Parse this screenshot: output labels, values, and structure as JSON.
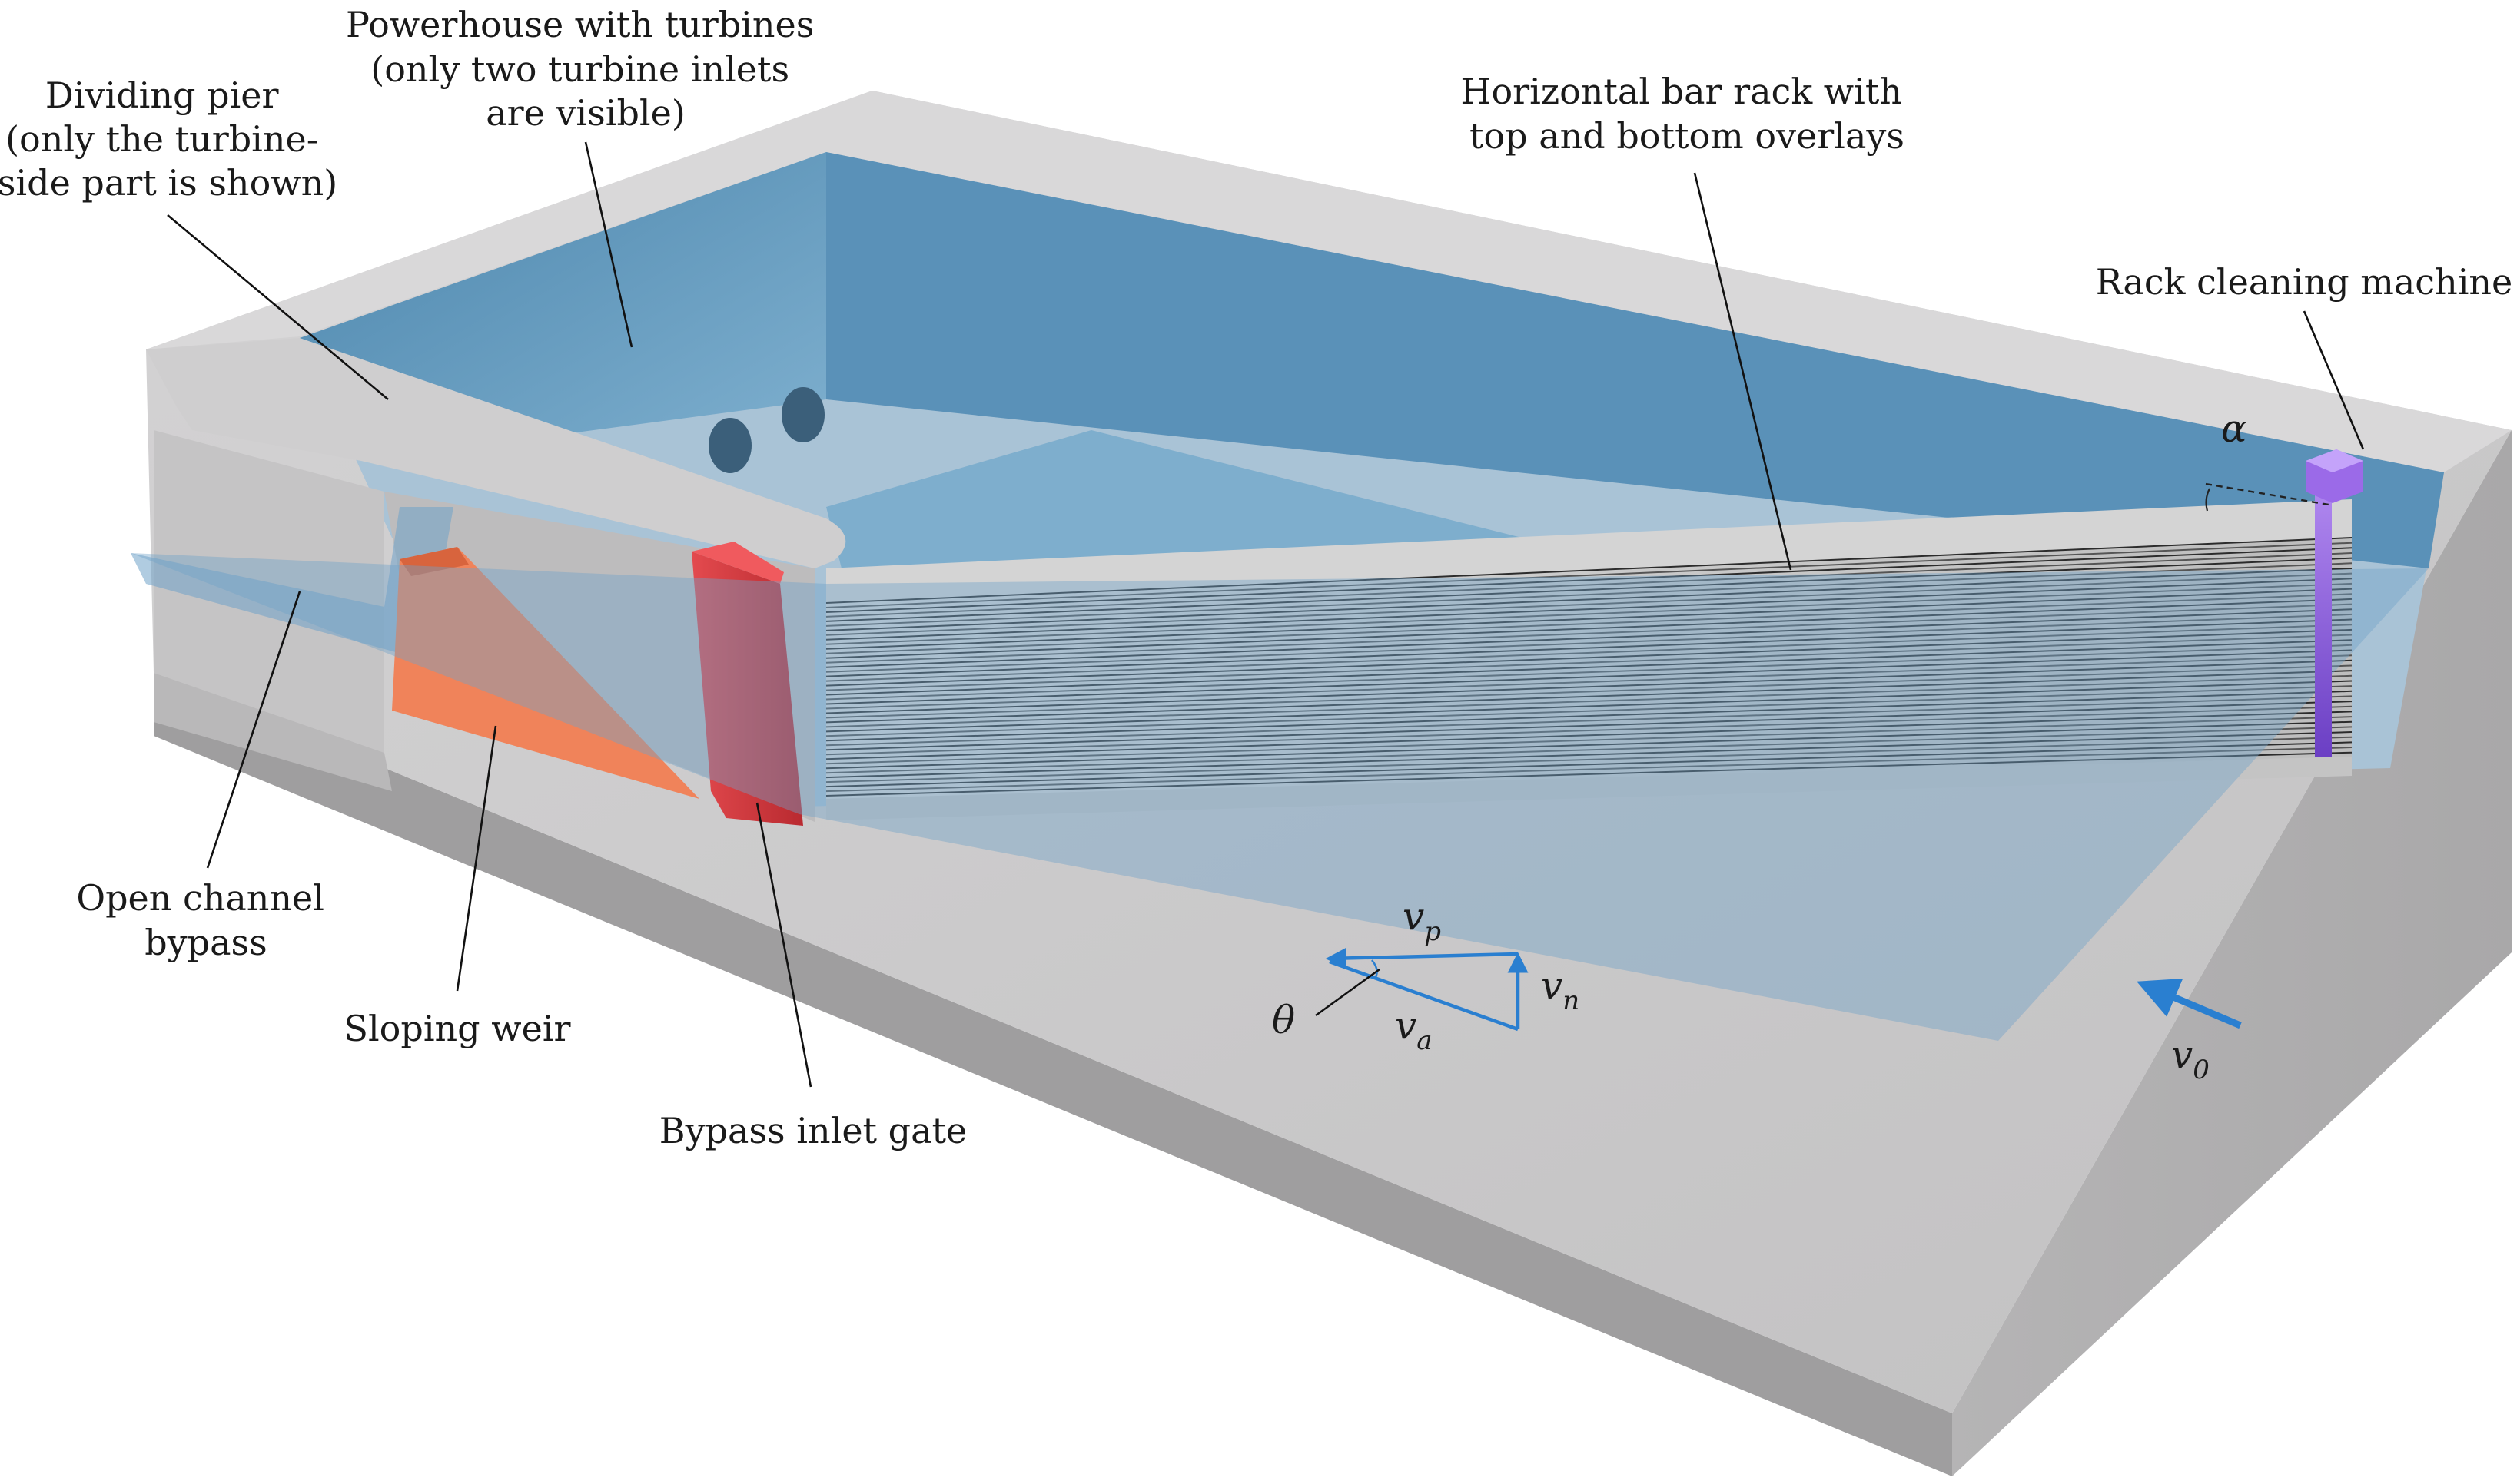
{
  "labels": {
    "dividing_pier": [
      "Dividing pier",
      "(only the turbine-",
      "side part is shown)"
    ],
    "powerhouse": [
      "Powerhouse with turbines",
      "(only two turbine inlets",
      "are visible)"
    ],
    "bar_rack": [
      "Horizontal bar rack with",
      "top and bottom overlays"
    ],
    "rack_cleaning": "Rack cleaning machine",
    "open_channel": [
      "Open channel",
      "bypass"
    ],
    "sloping_weir": "Sloping weir",
    "bypass_gate": "Bypass inlet gate"
  },
  "symbols": {
    "alpha": "α",
    "theta": "θ",
    "vp": "v",
    "vp_sub": "p",
    "vn": "v",
    "vn_sub": "n",
    "va": "v",
    "va_sub": "a",
    "v0": "v",
    "v0_sub": "0"
  },
  "colors": {
    "water": "#6fa3c8",
    "concrete": "#c9c8c9",
    "weir": "#f0835a",
    "gate": "#d9383c",
    "cleaner": "#8a55d6",
    "vector": "#2a7fd0"
  }
}
